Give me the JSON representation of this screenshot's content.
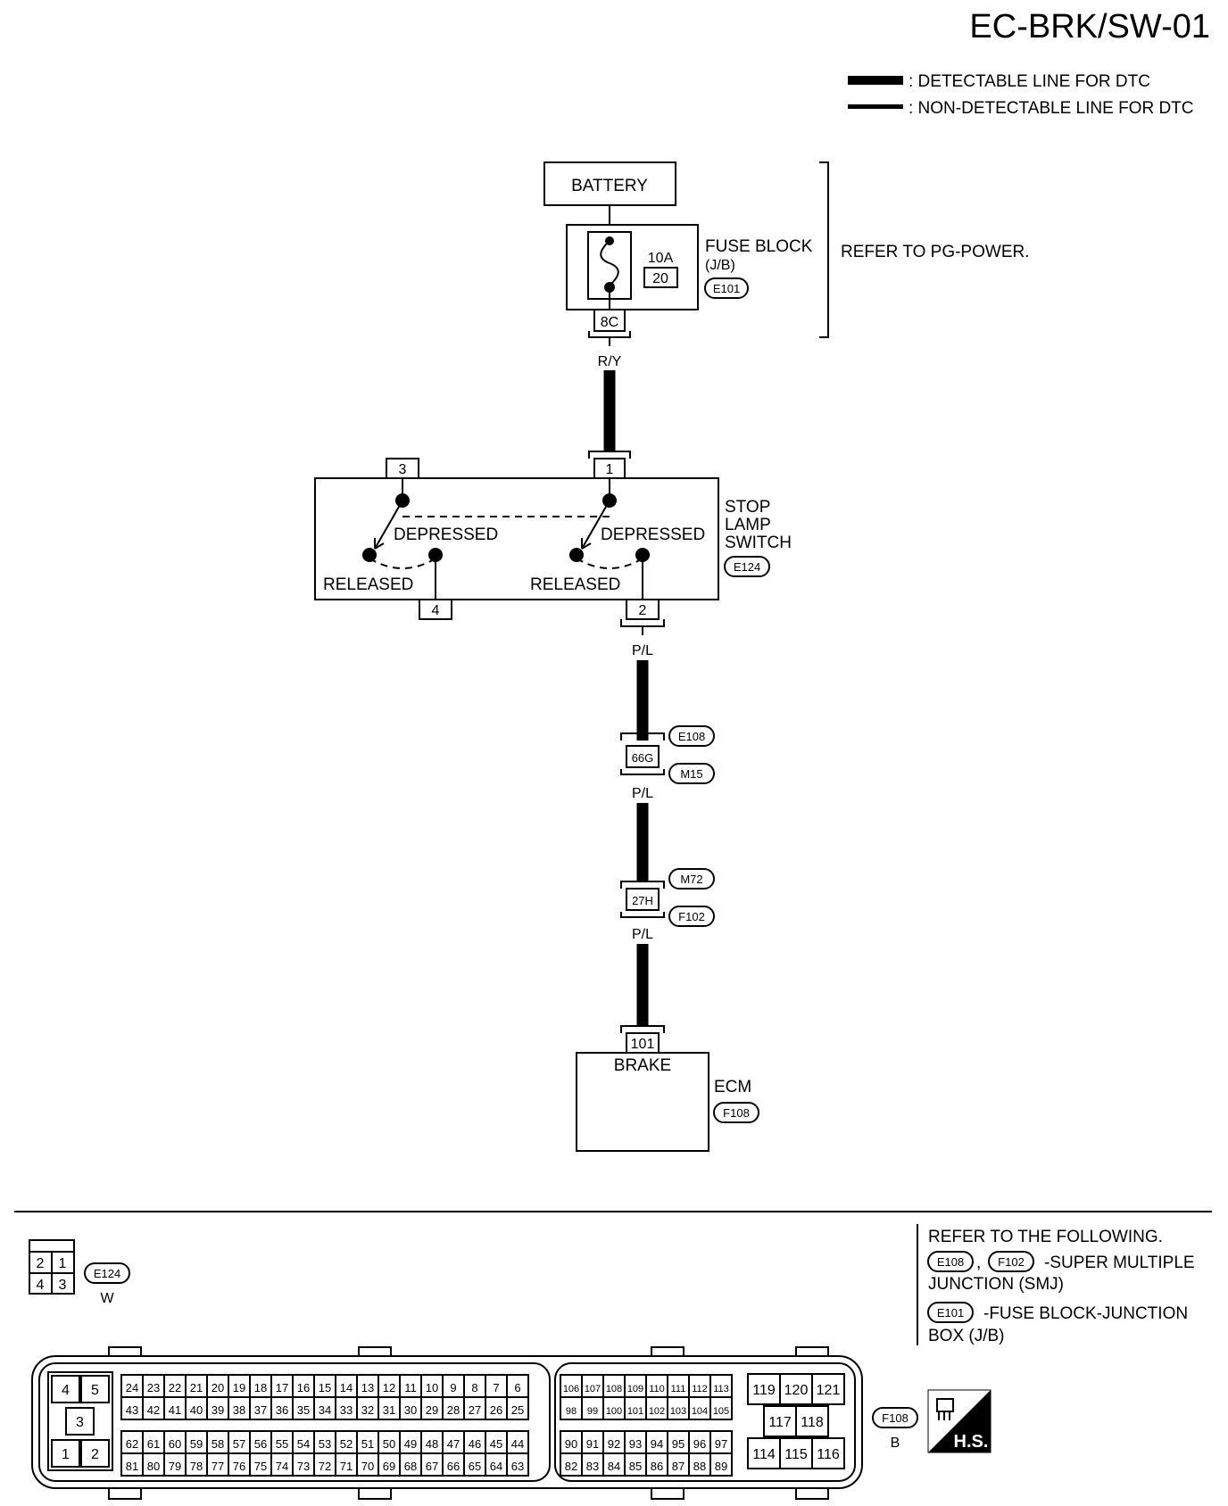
{
  "title": "EC-BRK/SW-01",
  "legend": {
    "detectable": ": DETECTABLE LINE FOR DTC",
    "non_detectable": ": NON-DETECTABLE LINE FOR DTC"
  },
  "battery": "BATTERY",
  "fuse": {
    "rating": "10A",
    "number": "20",
    "name_line1": "FUSE BLOCK",
    "name_line2": "(J/B)",
    "connector": "E101",
    "terminal": "8C"
  },
  "refer_power": "REFER TO PG-POWER.",
  "wire_colors": {
    "fuse_to_switch": "R/Y",
    "switch_out": "P/L",
    "mid1": "P/L",
    "mid2": "P/L"
  },
  "stop_lamp_switch": {
    "name_line1": "STOP",
    "name_line2": "LAMP",
    "name_line3": "SWITCH",
    "connector": "E124",
    "pins": [
      "3",
      "1",
      "4",
      "2"
    ],
    "state_depressed": "DEPRESSED",
    "state_released": "RELEASED"
  },
  "junction1": {
    "terminal": "66G",
    "connector_top": "E108",
    "connector_bottom": "M15"
  },
  "junction2": {
    "terminal": "27H",
    "connector_top": "M72",
    "connector_bottom": "F102"
  },
  "ecm": {
    "terminal": "101",
    "signal": "BRAKE",
    "name": "ECM",
    "connector": "F108"
  },
  "connectors": {
    "e124": {
      "id": "E124",
      "color": "W",
      "pins": [
        "2",
        "1",
        "4",
        "3"
      ]
    },
    "f108": {
      "id": "F108",
      "color": "B",
      "block_a": [
        "4",
        "5",
        "3",
        "1",
        "2"
      ],
      "row1": [
        "24",
        "23",
        "22",
        "21",
        "20",
        "19",
        "18",
        "17",
        "16",
        "15",
        "14",
        "13",
        "12",
        "11",
        "10",
        "9",
        "8",
        "7",
        "6"
      ],
      "row2": [
        "43",
        "42",
        "41",
        "40",
        "39",
        "38",
        "37",
        "36",
        "35",
        "34",
        "33",
        "32",
        "31",
        "30",
        "29",
        "28",
        "27",
        "26",
        "25"
      ],
      "row3": [
        "62",
        "61",
        "60",
        "59",
        "58",
        "57",
        "56",
        "55",
        "54",
        "53",
        "52",
        "51",
        "50",
        "49",
        "48",
        "47",
        "46",
        "45",
        "44"
      ],
      "row4": [
        "81",
        "80",
        "79",
        "78",
        "77",
        "76",
        "75",
        "74",
        "73",
        "72",
        "71",
        "70",
        "69",
        "68",
        "67",
        "66",
        "65",
        "64",
        "63"
      ],
      "row5": [
        "106",
        "107",
        "108",
        "109",
        "110",
        "111",
        "112",
        "113"
      ],
      "row6": [
        "98",
        "99",
        "100",
        "101",
        "102",
        "103",
        "104",
        "105"
      ],
      "row7": [
        "90",
        "91",
        "92",
        "93",
        "94",
        "95",
        "96",
        "97"
      ],
      "row8": [
        "82",
        "83",
        "84",
        "85",
        "86",
        "87",
        "88",
        "89"
      ],
      "block_c_top": [
        "119",
        "120",
        "121"
      ],
      "block_c_mid": [
        "117",
        "118"
      ],
      "block_c_bot": [
        "114",
        "115",
        "116"
      ]
    }
  },
  "refer_following": {
    "heading": "REFER TO THE FOLLOWING.",
    "c1": "E108",
    "sep": ",",
    "c2": "F102",
    "smj_line1": "-SUPER MULTIPLE",
    "smj_line2": "JUNCTION (SMJ)",
    "c3": "E101",
    "jb_line1": "-FUSE BLOCK-JUNCTION",
    "jb_line2": "BOX (J/B)"
  },
  "hs_label": "H.S."
}
